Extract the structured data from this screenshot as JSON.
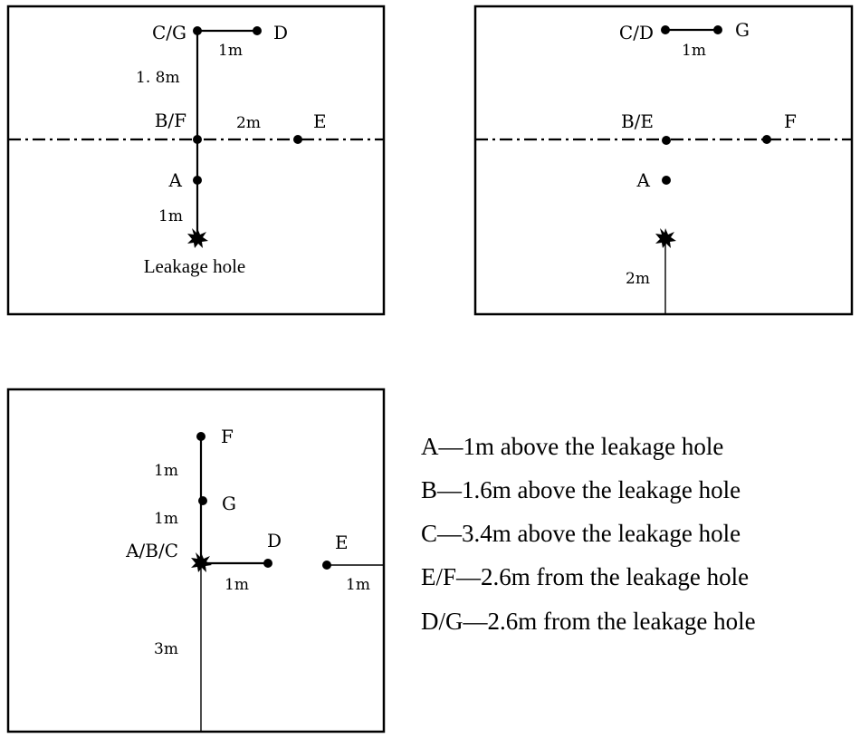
{
  "panel1": {
    "labels": {
      "cg": "C/G",
      "d": "D",
      "bf": "B/F",
      "e": "E",
      "a": "A",
      "d1m": "1m",
      "d1_8m": "1. 8m",
      "d2m": "2m",
      "d1m_b": "1m",
      "hole": "Leakage hole"
    }
  },
  "panel2": {
    "labels": {
      "cd": "C/D",
      "g": "G",
      "be": "B/E",
      "f": "F",
      "a": "A",
      "d1m": "1m",
      "d2m": "2m"
    }
  },
  "panel3": {
    "labels": {
      "f": "F",
      "g": "G",
      "abc": "A/B/C",
      "d": "D",
      "e": "E",
      "d1m_top": "1m",
      "d1m_mid": "1m",
      "d1m_d": "1m",
      "d1m_e": "1m",
      "d3m": "3m"
    }
  },
  "legend": [
    "A—1m above the leakage hole",
    "B—1.6m above the leakage hole",
    "C—3.4m above the leakage hole",
    "E/F—2.6m from the leakage hole",
    "D/G—2.6m from the leakage hole"
  ]
}
